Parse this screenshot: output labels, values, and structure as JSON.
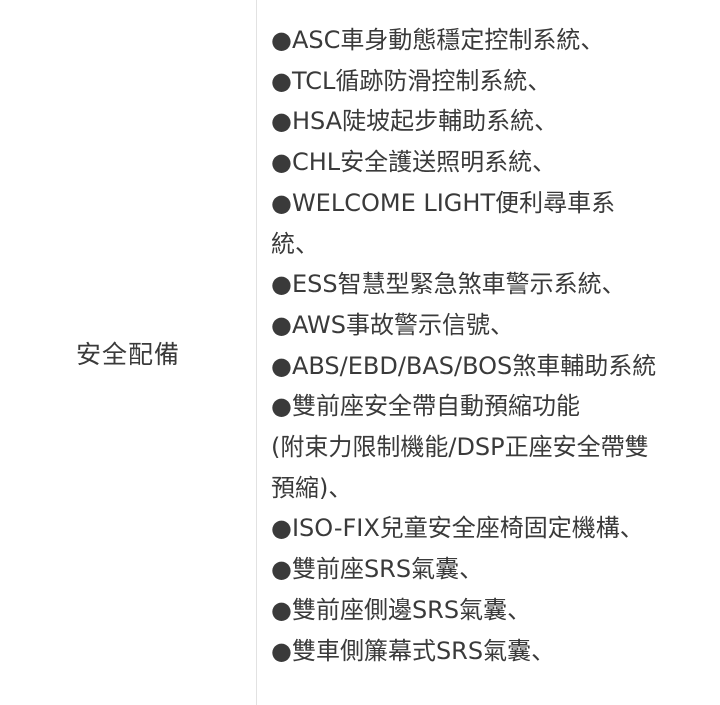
{
  "row": {
    "label": "安全配備",
    "lines": [
      "●ASC車身動態穩定控制系統、",
      "●TCL循跡防滑控制系統、",
      "●HSA陡坡起步輔助系統、",
      "●CHL安全護送照明系統、",
      "●WELCOME LIGHT便利尋車系",
      "統、",
      "●ESS智慧型緊急煞車警示系統、",
      "●AWS事故警示信號、",
      "●ABS/EBD/BAS/BOS煞車輔助系統",
      "●雙前座安全帶自動預縮功能",
      "(附束力限制機能/DSP正座安全帶雙",
      "預縮)、",
      "●ISO-FIX兒童安全座椅固定機構、",
      "●雙前座SRS氣囊、",
      "●雙前座側邊SRS氣囊、",
      "●雙車側簾幕式SRS氣囊、"
    ]
  }
}
